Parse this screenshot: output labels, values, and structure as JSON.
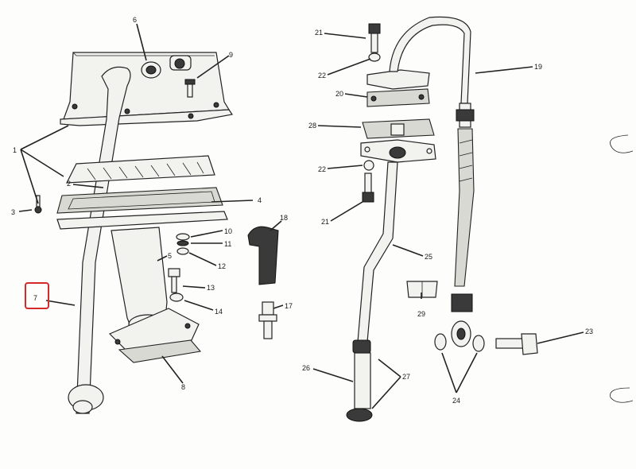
{
  "diagram": {
    "callouts": [
      "1",
      "2",
      "3",
      "4",
      "5",
      "6",
      "7",
      "8",
      "9",
      "10",
      "11",
      "12",
      "13",
      "14",
      "17",
      "18",
      "19",
      "20",
      "21",
      "22",
      "21",
      "22",
      "23",
      "24",
      "25",
      "26",
      "27",
      "28",
      "29"
    ],
    "highlighted_callout": "7",
    "highlight_color": "#d42a2a"
  }
}
